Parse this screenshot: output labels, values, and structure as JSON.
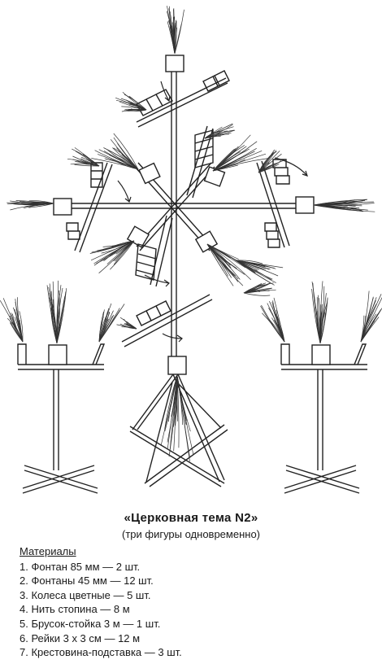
{
  "title": "«Церковная тема N2»",
  "subtitle": "(три фигуры одновременно)",
  "materials": {
    "heading": "Материалы",
    "items": [
      "1. Фонтан 85 мм — 2 шт.",
      "2. Фонтаны 45 мм — 12 шт.",
      "3. Колеса цветные — 5 шт.",
      "4. Нить стопина — 8 м",
      "5. Брусок-стойка 3 м — 1 шт.",
      "6. Рейки 3 х 3 см — 12 м",
      "7. Крестовина-подставка — 3 шт."
    ]
  }
}
